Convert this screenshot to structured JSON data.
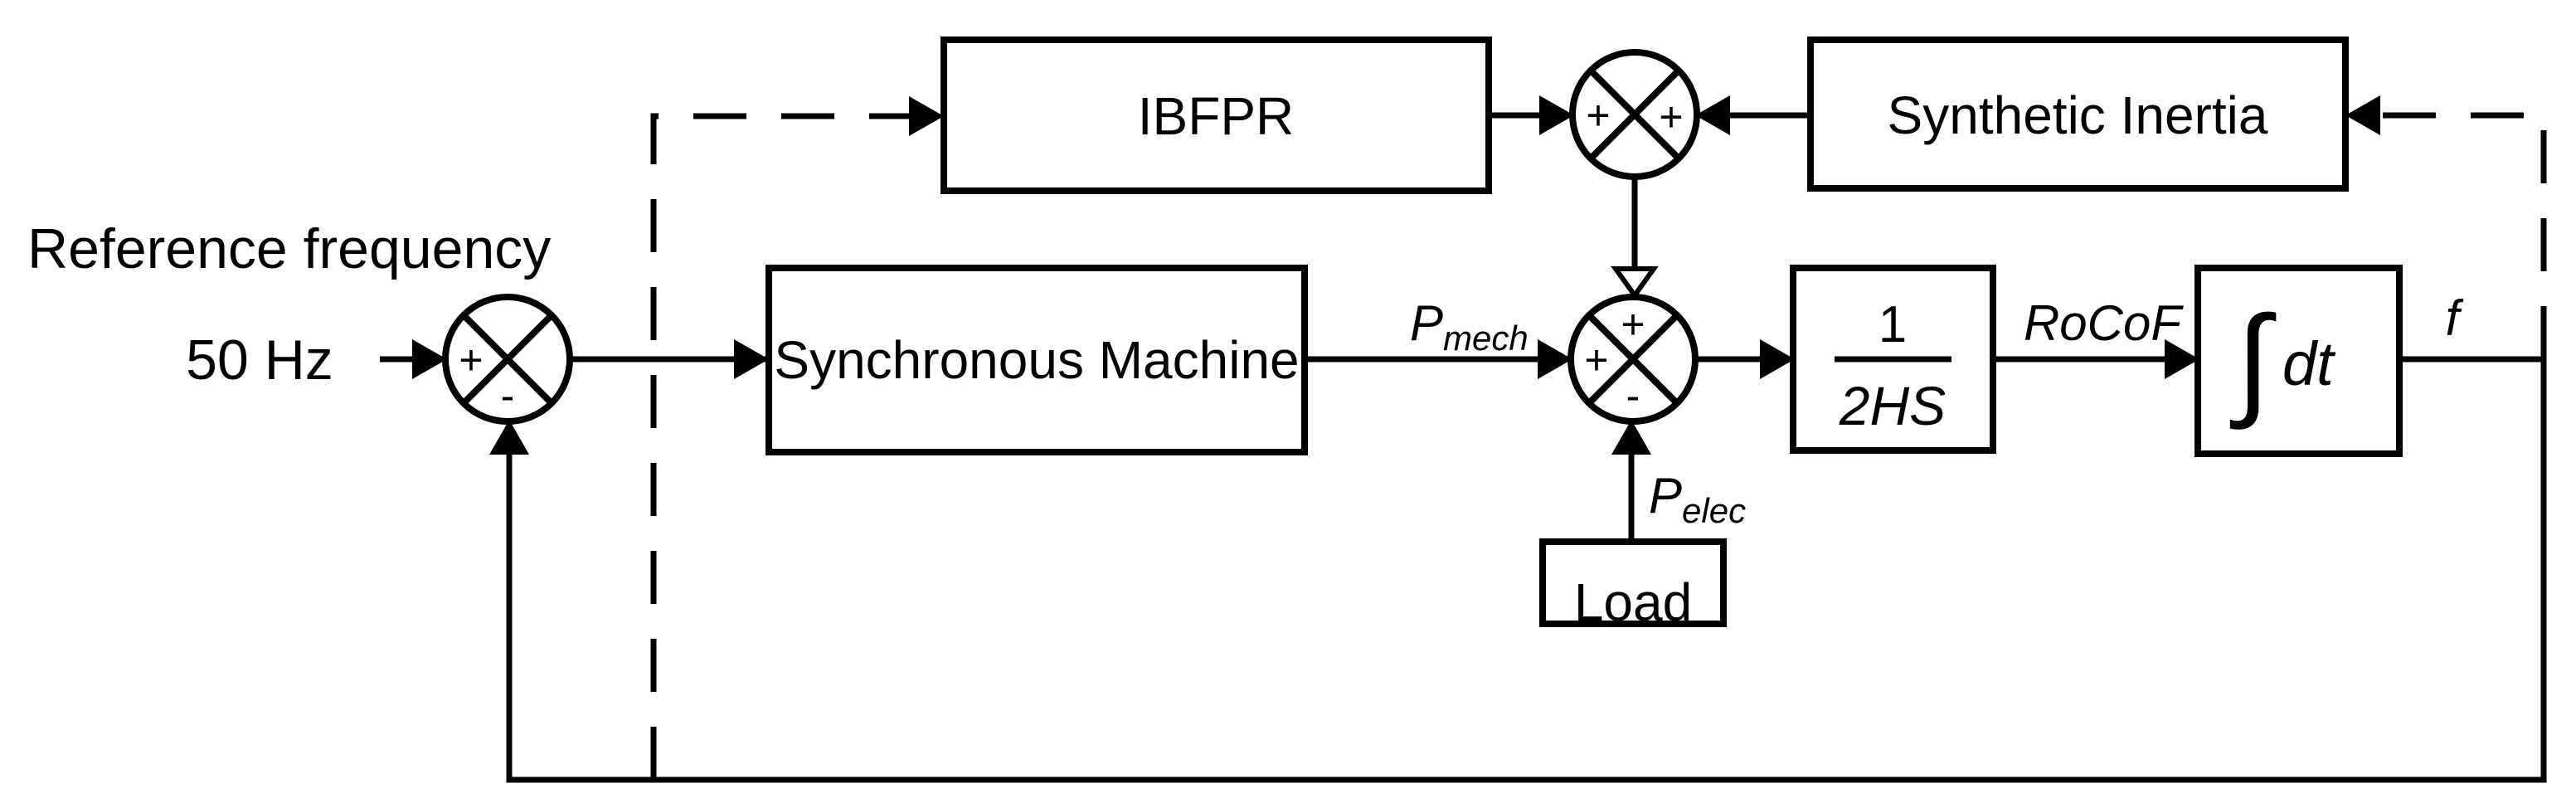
{
  "diagram": {
    "header": {
      "title": "Reference frequency",
      "reference_value": "50 Hz"
    },
    "blocks": {
      "ibfpr": {
        "label": "IBFPR"
      },
      "synthetic_inertia": {
        "label": "Synthetic Inertia"
      },
      "synchronous_machine": {
        "label": "Synchronous Machine"
      },
      "load": {
        "label": "Load"
      },
      "inertia_gain": {
        "numerator": "1",
        "denominator": "2HS"
      },
      "integrator": {
        "integral_sign": "∫",
        "operand": "dt"
      }
    },
    "signals": {
      "p_mech": {
        "base": "P",
        "sub": "mech"
      },
      "p_elec": {
        "base": "P",
        "sub": "elec"
      },
      "rocof": "RoCoF",
      "frequency_output": "f"
    },
    "junctions": {
      "reference_sum": {
        "west_sign": "+",
        "south_sign": "-"
      },
      "reserve_sum": {
        "west_sign": "+",
        "east_sign": "+"
      },
      "swing_sum": {
        "north_sign": "+",
        "west_sign": "+",
        "south_sign": "-"
      }
    },
    "colors": {
      "line": "#000000",
      "background": "#ffffff"
    }
  }
}
